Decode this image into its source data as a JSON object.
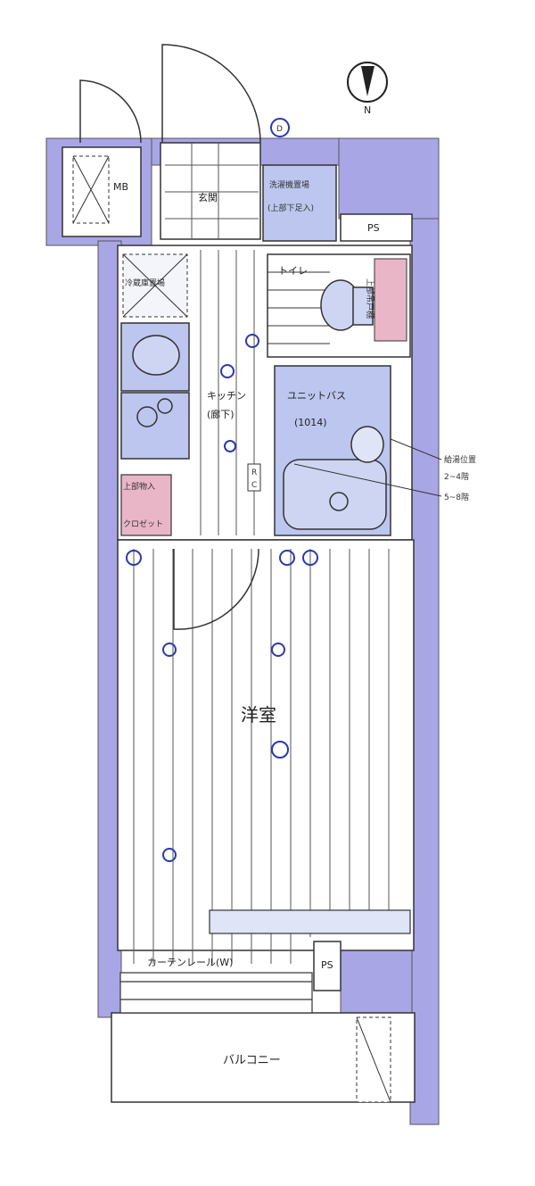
{
  "compass": {
    "label": "N"
  },
  "rooms": {
    "mb": "MB",
    "genkan": "玄関",
    "washer": "洗濯機置場",
    "washer_note": "(上部下足入)",
    "ps_top": "PS",
    "toilet": "トイレ",
    "fridge": "冷蔵庫置場",
    "kitchen": "キッチン",
    "kitchen_sub": "(廊下)",
    "bath": "ユニットバス",
    "bath_size": "(1014)",
    "closet_top": "上部物入",
    "closet": "クロゼット",
    "toilet_shelf": "上部吊戸棚",
    "western": "洋室",
    "curtain": "カーテンレール(W)",
    "ps_bottom": "PS",
    "balcony": "バルコニー",
    "door_d": "D",
    "tag_r": "R",
    "tag_c": "C"
  },
  "notes": {
    "line1": "給湯位置",
    "line2": "2~4階",
    "line3": "5~8階"
  },
  "colors": {
    "wall": "#a9a6e6",
    "wall_dark": "#8e8ad8",
    "fixture": "#bcc6ee",
    "line": "#333333",
    "pink": "#e9b6c8"
  }
}
